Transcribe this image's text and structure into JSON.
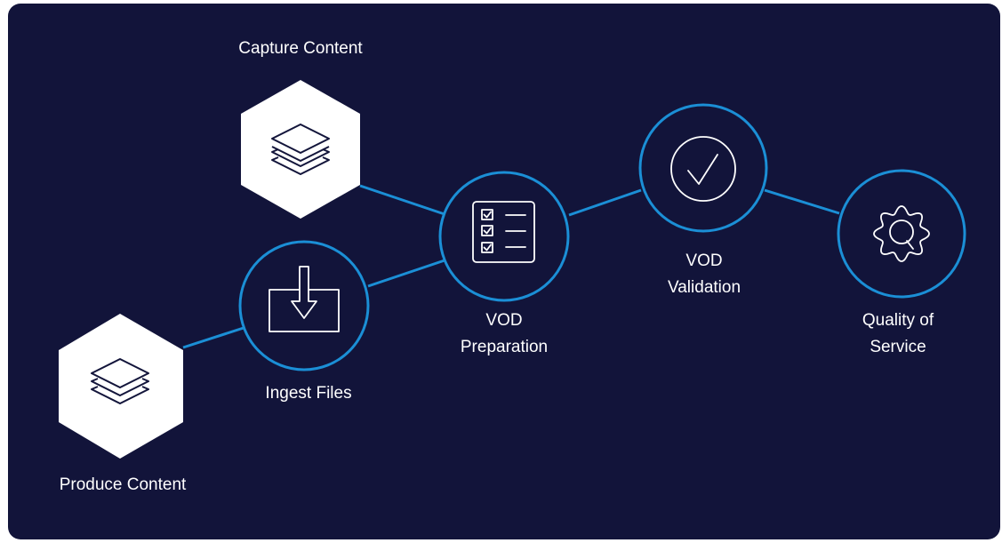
{
  "colors": {
    "background": "#12143a",
    "accent": "#1b8fd6",
    "hexagon_fill": "#ffffff",
    "icon_stroke": "#ffffff",
    "hex_icon_stroke": "#12143a"
  },
  "nodes": {
    "capture": {
      "label": "Capture Content",
      "shape": "hexagon",
      "icon": "layers-icon"
    },
    "produce": {
      "label": "Produce Content",
      "shape": "hexagon",
      "icon": "layers-icon"
    },
    "ingest": {
      "label": "Ingest Files",
      "shape": "circle",
      "icon": "download-tray-icon"
    },
    "preparation": {
      "label_line1": "VOD",
      "label_line2": "Preparation",
      "shape": "circle",
      "icon": "checklist-icon"
    },
    "validation": {
      "label_line1": "VOD",
      "label_line2": "Validation",
      "shape": "circle",
      "icon": "check-circle-icon"
    },
    "quality": {
      "label_line1": "Quality of",
      "label_line2": "Service",
      "shape": "circle",
      "icon": "gear-q-icon"
    }
  },
  "connections": [
    {
      "from": "capture",
      "to": "preparation"
    },
    {
      "from": "ingest",
      "to": "preparation"
    },
    {
      "from": "produce",
      "to": "ingest"
    },
    {
      "from": "preparation",
      "to": "validation"
    },
    {
      "from": "validation",
      "to": "quality"
    }
  ]
}
